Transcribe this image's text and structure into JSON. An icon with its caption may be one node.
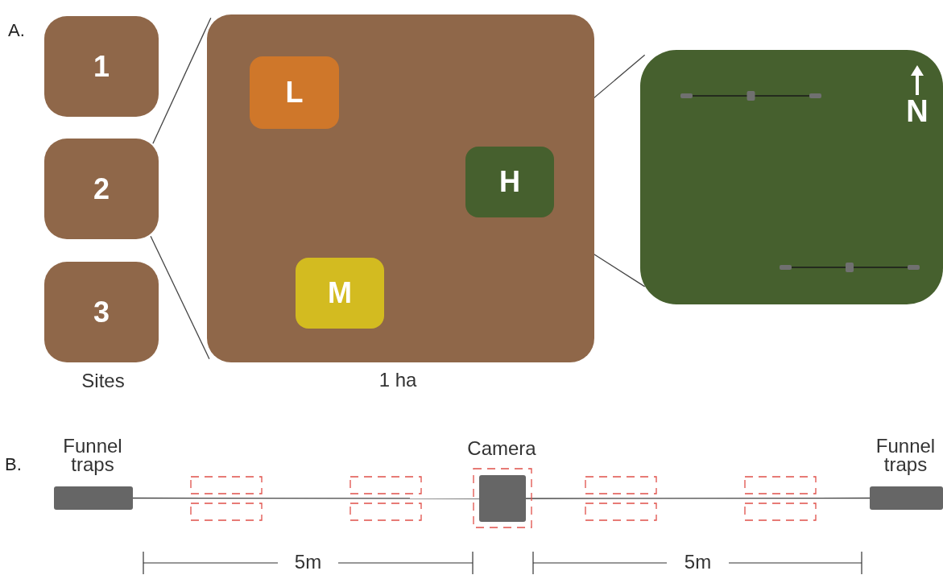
{
  "diagram": {
    "nodes": [
      {
        "text": [
          "1"
        ]
      },
      {
        "text": [
          "2"
        ]
      },
      {
        "text": [
          "3"
        ]
      },
      {
        "text": [],
        "shape": "box",
        "beside": [
          "1 ha"
        ]
      },
      {
        "text": [
          "L"
        ],
        "in": 3
      },
      {
        "text": [
          "H"
        ],
        "in": 3
      },
      {
        "text": [
          "M"
        ],
        "in": 3
      },
      {
        "text": [],
        "shape": "box"
      },
      {
        "text": [
          "Funnel traps"
        ]
      },
      {
        "text": [
          "Camera"
        ]
      },
      {
        "text": [
          "Funnel traps"
        ]
      }
    ],
    "edges": [
      {
        "from": 1,
        "to": 3,
        "arrow": "none"
      },
      {
        "from": 1,
        "to": 3,
        "arrow": "none"
      },
      {
        "from": 5,
        "to": 7,
        "arrow": "none"
      },
      {
        "from": 5,
        "to": 7,
        "arrow": "none"
      },
      {
        "from": 8,
        "to": 9,
        "arrow": "none"
      },
      {
        "from": 9,
        "to": 10,
        "arrow": "none"
      }
    ],
    "labels": [
      "A.",
      "N",
      "Sites",
      "B.",
      "5m",
      "5m"
    ]
  }
}
